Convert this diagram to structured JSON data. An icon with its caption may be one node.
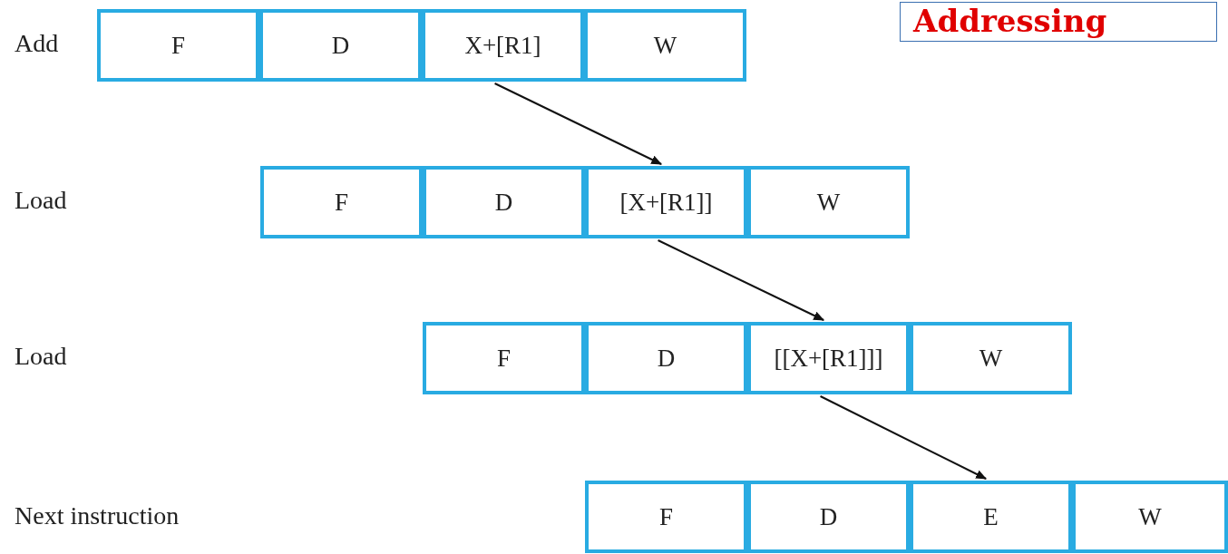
{
  "diagram": {
    "title": "Addressing",
    "nodes": [
      {
        "text": [
          "F"
        ]
      },
      {
        "text": [
          "D"
        ]
      },
      {
        "text": [
          "X+[R1]"
        ]
      },
      {
        "text": [
          "W"
        ]
      },
      {
        "text": [
          "F"
        ]
      },
      {
        "text": [
          "D"
        ]
      },
      {
        "text": [
          "[X+[R1]]"
        ]
      },
      {
        "text": [
          "W"
        ]
      },
      {
        "text": [
          "F"
        ]
      },
      {
        "text": [
          "D"
        ]
      },
      {
        "text": [
          "[[X+[R1]]]"
        ]
      },
      {
        "text": [
          "W"
        ]
      },
      {
        "text": [
          "F"
        ]
      },
      {
        "text": [
          "D"
        ]
      },
      {
        "text": [
          "E"
        ]
      },
      {
        "text": [
          "W"
        ]
      }
    ],
    "edges": [
      {
        "from": 2,
        "to": 6,
        "arrow": "to"
      },
      {
        "from": 6,
        "to": 10,
        "arrow": "to"
      },
      {
        "from": 10,
        "to": 14,
        "arrow": "to"
      }
    ],
    "labels": [
      "Add",
      "Load",
      "Load",
      "Next instruction"
    ]
  }
}
